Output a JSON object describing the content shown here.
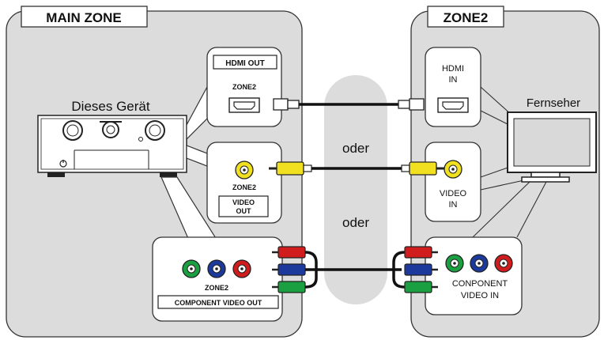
{
  "zones": {
    "main": "MAIN ZONE",
    "zone2": "ZONE2"
  },
  "devices": {
    "receiver": "Dieses Gerät",
    "tv": "Fernseher"
  },
  "connectors": {
    "hdmi_out": "HDMI OUT",
    "hdmi_out_zone": "ZONE2",
    "hdmi_in_line1": "HDMI",
    "hdmi_in_line2": "IN",
    "video_out_zone": "ZONE2",
    "video_out_line1": "VIDEO",
    "video_out_line2": "OUT",
    "video_in_line1": "VIDEO",
    "video_in_line2": "IN",
    "component_out_zone": "ZONE2",
    "component_out": "COMPONENT VIDEO OUT",
    "component_in_line1": "CONPONENT",
    "component_in_line2": "VIDEO IN"
  },
  "separators": {
    "or_1": "oder",
    "or_2": "oder"
  },
  "colors": {
    "zone_fill": "#dcdcdc",
    "panel_stroke": "#333333",
    "cable": "#111111",
    "video_yellow": "#f0e020",
    "comp_green": "#1aa040",
    "comp_blue": "#1c3a9c",
    "comp_red": "#d01c1c",
    "tv_screen": "#d9d9d9"
  }
}
